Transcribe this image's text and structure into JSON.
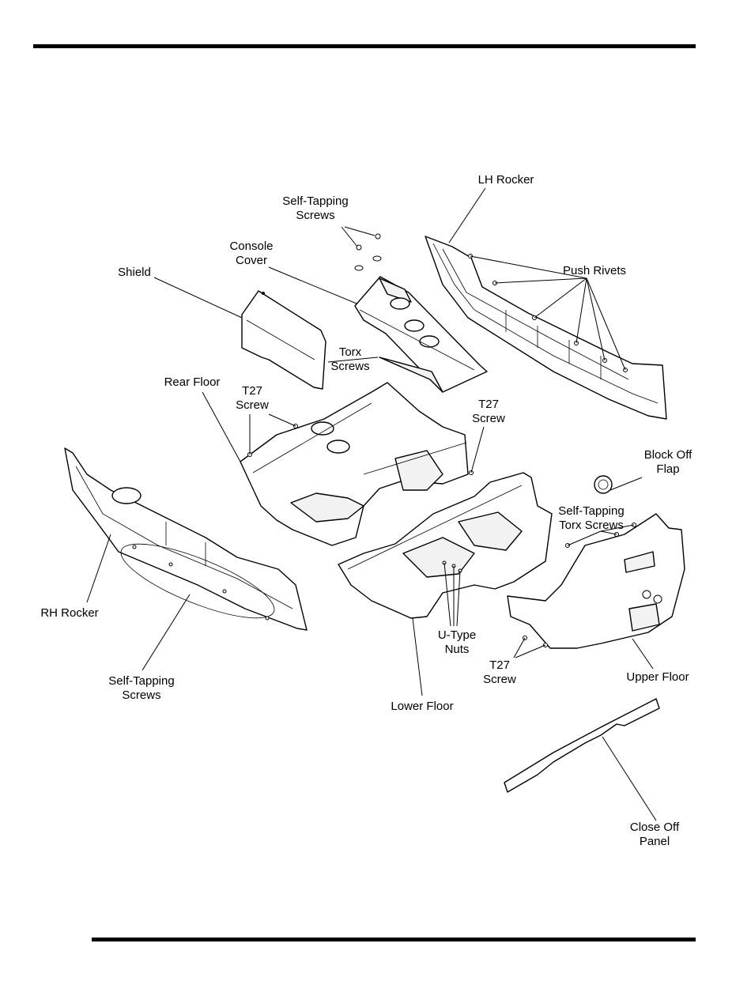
{
  "labels": {
    "lh_rocker": "LH Rocker",
    "self_tapping_screws_top": "Self-Tapping\nScrews",
    "console_cover": "Console\nCover",
    "shield": "Shield",
    "push_rivets": "Push Rivets",
    "torx_screws": "Torx\nScrews",
    "rear_floor": "Rear Floor",
    "t27_screw_left": "T27\nScrew",
    "t27_screw_right": "T27\nScrew",
    "block_off_flap": "Block Off\nFlap",
    "self_tapping_torx_screws": "Self-Tapping\nTorx Screws",
    "rh_rocker": "RH Rocker",
    "u_type_nuts": "U-Type\nNuts",
    "t27_screw_bottom": "T27\nScrew",
    "upper_floor": "Upper Floor",
    "self_tapping_screws_bottom": "Self-Tapping\nScrews",
    "lower_floor": "Lower Floor",
    "close_off_panel": "Close Off\nPanel"
  }
}
